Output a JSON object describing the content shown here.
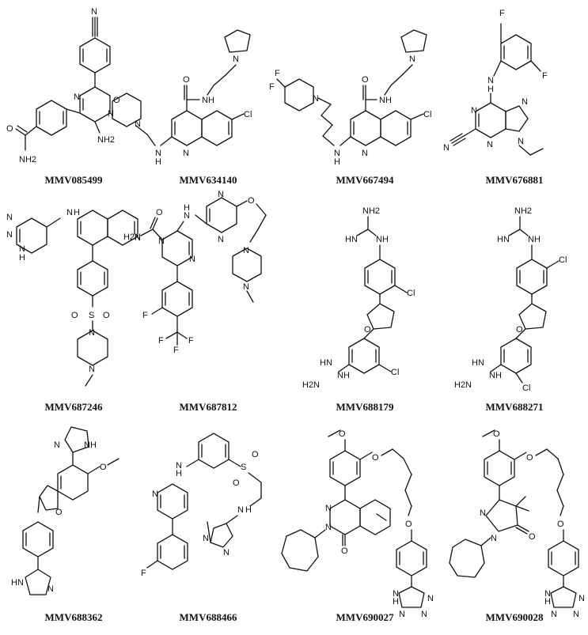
{
  "compounds": [
    {
      "id": "MMV085499",
      "atoms": [
        "N",
        "N",
        "N",
        "NH2",
        "O",
        "NH2"
      ]
    },
    {
      "id": "MMV634140",
      "atoms": [
        "N",
        "O",
        "N",
        "O",
        "NH",
        "Cl",
        "N",
        "N",
        "H"
      ]
    },
    {
      "id": "MMV667494",
      "atoms": [
        "N",
        "F",
        "F",
        "N",
        "O",
        "NH",
        "Cl",
        "N",
        "N",
        "H"
      ]
    },
    {
      "id": "MMV676881",
      "atoms": [
        "F",
        "F",
        "N",
        "H",
        "N",
        "N",
        "N",
        "N",
        "N"
      ]
    },
    {
      "id": "MMV687246",
      "atoms": [
        "N",
        "H",
        "N",
        "N",
        "N",
        "N",
        "H",
        "S",
        "O",
        "O",
        "N",
        "N"
      ]
    },
    {
      "id": "MMV687812",
      "atoms": [
        "N",
        "N",
        "O",
        "H2N",
        "O",
        "N",
        "H",
        "N",
        "N",
        "N",
        "N",
        "F",
        "F",
        "F",
        "F"
      ]
    },
    {
      "id": "MMV688179",
      "atoms": [
        "NH2",
        "NH",
        "HN",
        "Cl",
        "O",
        "Cl",
        "HN",
        "NH",
        "H2N"
      ]
    },
    {
      "id": "MMV688271",
      "atoms": [
        "NH2",
        "NH",
        "HN",
        "Cl",
        "O",
        "Cl",
        "HN",
        "NH",
        "H2N"
      ]
    },
    {
      "id": "MMV688362",
      "atoms": [
        "N",
        "NH",
        "O",
        "O",
        "N",
        "HN"
      ]
    },
    {
      "id": "MMV688466",
      "atoms": [
        "N",
        "H",
        "S",
        "O",
        "O",
        "N",
        "N",
        "H",
        "N",
        "N",
        "F"
      ]
    },
    {
      "id": "MMV690027",
      "atoms": [
        "O",
        "O",
        "N",
        "N",
        "O",
        "O",
        "N",
        "N",
        "H",
        "N",
        "N"
      ]
    },
    {
      "id": "MMV690028",
      "atoms": [
        "O",
        "O",
        "N",
        "N",
        "O",
        "O",
        "N",
        "N",
        "H",
        "N",
        "N"
      ]
    }
  ]
}
